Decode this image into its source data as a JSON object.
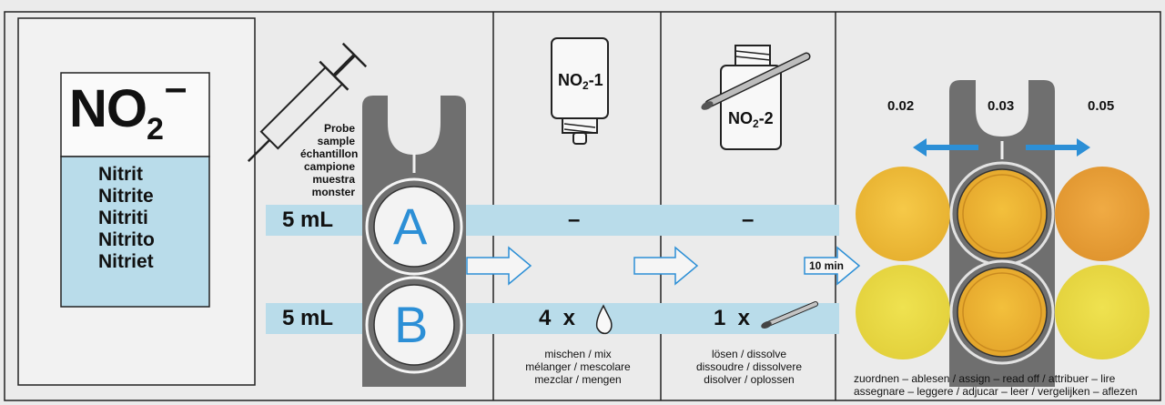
{
  "title": {
    "main": "NO",
    "sub": "2",
    "sup": "–"
  },
  "species": [
    "Nitrit",
    "Nitrite",
    "Nitriti",
    "Nitrito",
    "Nitriet"
  ],
  "probe_labels": [
    "Probe",
    "sample",
    "échantillon",
    "campione",
    "muestra",
    "monster"
  ],
  "volumes": {
    "a": "5 mL",
    "b": "5 mL"
  },
  "vials": {
    "a": "A",
    "b": "B"
  },
  "reagent1": {
    "label_main": "NO",
    "label_sub": "2",
    "label_suffix": "-1",
    "dose_a": "–",
    "dose_b": "4  x",
    "caption": [
      "mischen / mix",
      "mélanger / mescolare",
      "mezclar / mengen"
    ]
  },
  "reagent2": {
    "label_main": "NO",
    "label_sub": "2",
    "label_suffix": "-2",
    "dose_a": "–",
    "dose_b": "1  x",
    "caption": [
      "lösen / dissolve",
      "dissoudre / dissolvere",
      "disolver / oplossen"
    ]
  },
  "wait": "10 min",
  "scale": {
    "left": "0.02",
    "center": "0.03",
    "right": "0.05"
  },
  "comparator_caption": [
    "zuordnen – ablesen / assign – read off / attribuer – lire",
    "assegnare – leggere / adjucar – leer / vergelijken – aflezen"
  ],
  "colors": {
    "band": "#b9dcea",
    "blue": "#2c8fd6",
    "comparator": "#6f6f6f",
    "swatch_002": "#f2c33a",
    "swatch_003": "#eba830",
    "swatch_005": "#eda23c",
    "swatch_low": "#e9dc45"
  }
}
